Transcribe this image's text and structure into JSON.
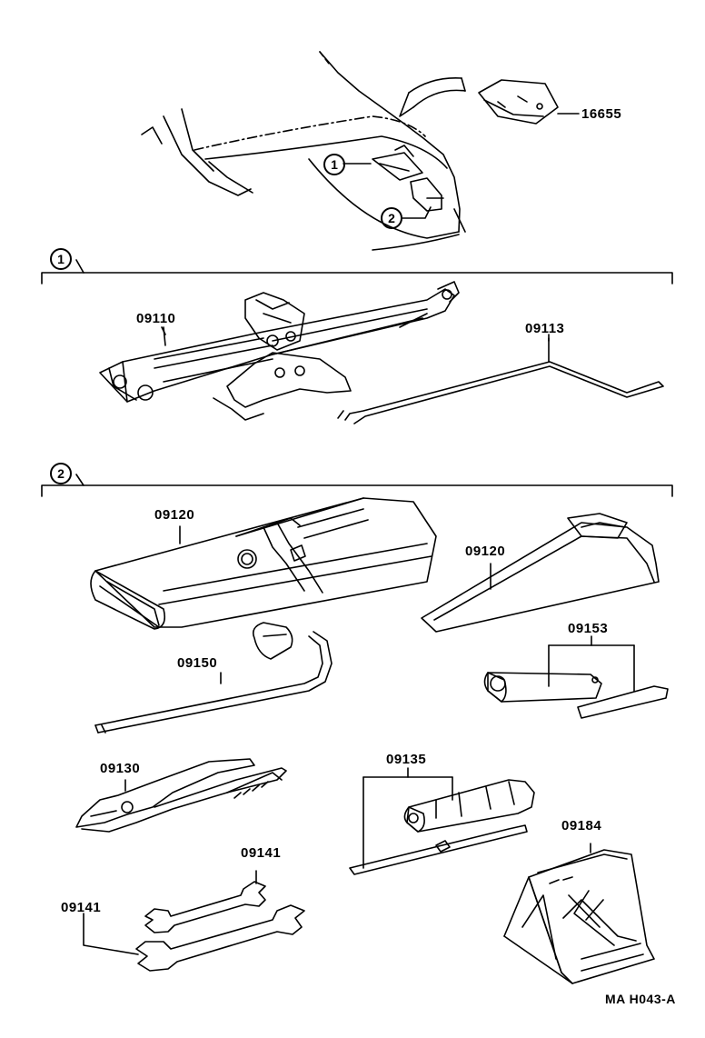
{
  "callouts": {
    "mat": "16655",
    "marker_1": "1",
    "marker_2": "2",
    "section_1": "1",
    "section_2": "2"
  },
  "parts": {
    "jack": "09110",
    "jack_handle": "09113",
    "tool_bag": "09120",
    "tool_bag_flat": "09120",
    "wheel_wrench": "09150",
    "socket_extension": "09153",
    "pliers": "09130",
    "screwdriver": "09135",
    "wheel_chock": "09184",
    "wrench_small": "09141",
    "wrench_large": "09141"
  },
  "figure_code": "MA H043-A"
}
